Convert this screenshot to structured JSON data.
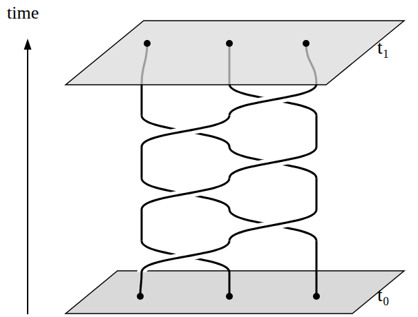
{
  "diagram": {
    "labels": [
      "time",
      "t₁",
      "t₀"
    ]
  }
}
